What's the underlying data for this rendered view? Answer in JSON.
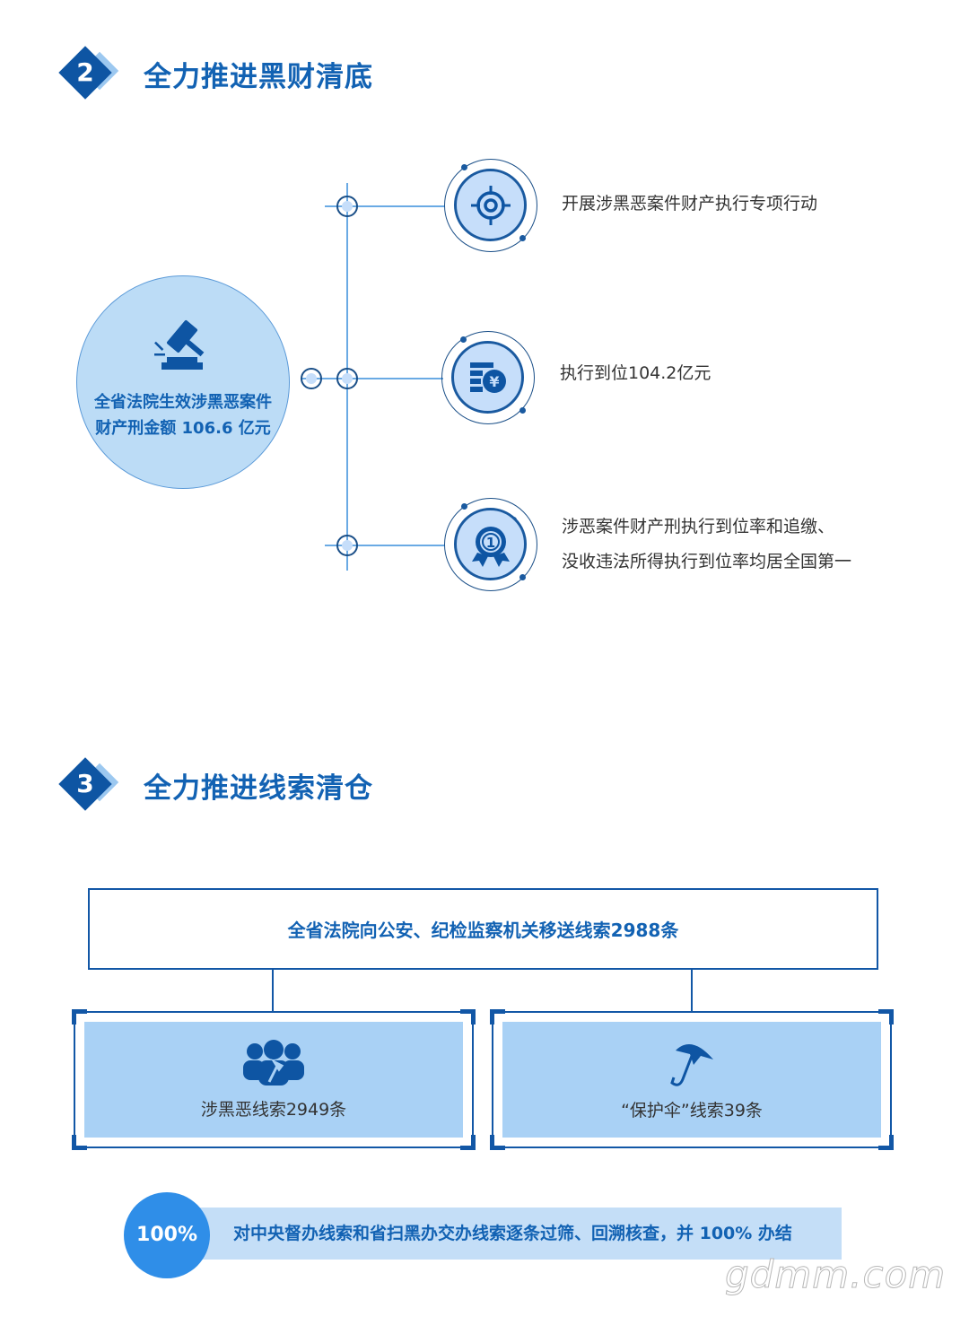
{
  "section2": {
    "number": "2",
    "title": "全力推进黑财清底",
    "center": {
      "line1": "全省法院生效涉黑恶案件",
      "line2": "财产刑金额 106.6 亿元",
      "icon": "gavel-icon"
    },
    "items": [
      {
        "icon": "target-icon",
        "lines": [
          "开展涉黑恶案件财产执行专项行动"
        ]
      },
      {
        "icon": "money-yuan-icon",
        "lines": [
          "执行到位104.2亿元"
        ]
      },
      {
        "icon": "first-place-medal-icon",
        "lines": [
          "涉恶案件财产刑执行到位率和追缴、",
          "没收违法所得执行到位率均居全国第一"
        ]
      }
    ]
  },
  "section3": {
    "number": "3",
    "title": "全力推进线索清仓",
    "top_box": "全省法院向公安、纪检监察机关移送线索2988条",
    "cards": [
      {
        "icon": "gang-people-icon",
        "label": "涉黑恶线索2949条"
      },
      {
        "icon": "umbrella-icon",
        "label": "“保护伞”线索39条"
      }
    ],
    "banner": {
      "badge": "100%",
      "text": "对中央督办线索和省扫黑办交办线索逐条过筛、回溯核查，并 100% 办结"
    }
  },
  "watermark": "gdmm.com"
}
